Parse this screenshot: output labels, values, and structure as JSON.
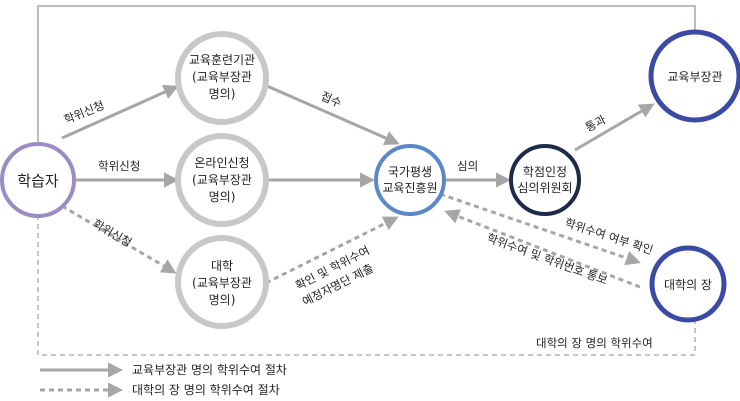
{
  "nodes": {
    "learner": {
      "label": "학습자"
    },
    "training_institution": {
      "lines": [
        "교육훈련기관",
        "(교육부장관",
        "명의)"
      ]
    },
    "online_application": {
      "lines": [
        "온라인신청",
        "(교육부장관",
        "명의)"
      ]
    },
    "university": {
      "lines": [
        "대학",
        "(교육부장관",
        "명의)"
      ]
    },
    "nile": {
      "lines": [
        "국가평생",
        "교육진흥원"
      ]
    },
    "credit_committee": {
      "lines": [
        "학점인정",
        "심의위원회"
      ]
    },
    "minister": {
      "label": "교육부장관"
    },
    "university_head": {
      "label": "대학의 장"
    }
  },
  "edges": {
    "apply_top": "학위신청",
    "apply_mid": "학위신청",
    "apply_bottom": "학위신청",
    "receipt": "접수",
    "review": "심의",
    "pass": "통과",
    "confirm_line1": "확인 및 학위수여",
    "confirm_line2": "예정자명단 제출",
    "degree_check": "학위수여 여부 확인",
    "degree_notice": "학위수여 및 학위번호 통보",
    "univ_head_award": "대학의 장 명의 학위수여"
  },
  "legend": {
    "solid": "교육부장관 명의 학위수여 절차",
    "dashed": "대학의 장 명의 학위수여 절차"
  },
  "colors": {
    "arrow": "#a6a6a6",
    "learner_ring": "#9b8cc6",
    "gray_ring": "#c8c8c8",
    "nile_ring": "#5b88c8",
    "committee_ring": "#1d2a48",
    "blue_ring": "#3b4aa3"
  }
}
